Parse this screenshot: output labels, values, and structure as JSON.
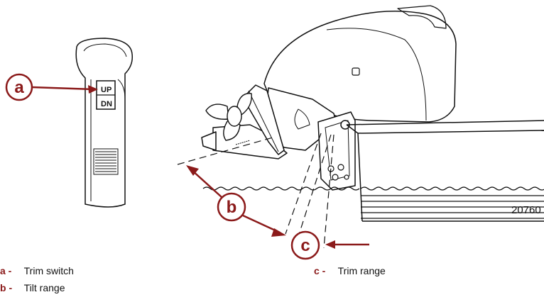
{
  "figure_number": "20760",
  "switch": {
    "up_label": "UP",
    "down_label": "DN"
  },
  "callouts": {
    "a": "a",
    "b": "b",
    "c": "c"
  },
  "legend": [
    {
      "key": "a -",
      "text": "Trim switch"
    },
    {
      "key": "b -",
      "text": "Tilt range"
    },
    {
      "key": "c -",
      "text": "Trim range"
    }
  ],
  "colors": {
    "callout": "#8b1a1a",
    "line": "#111111"
  }
}
